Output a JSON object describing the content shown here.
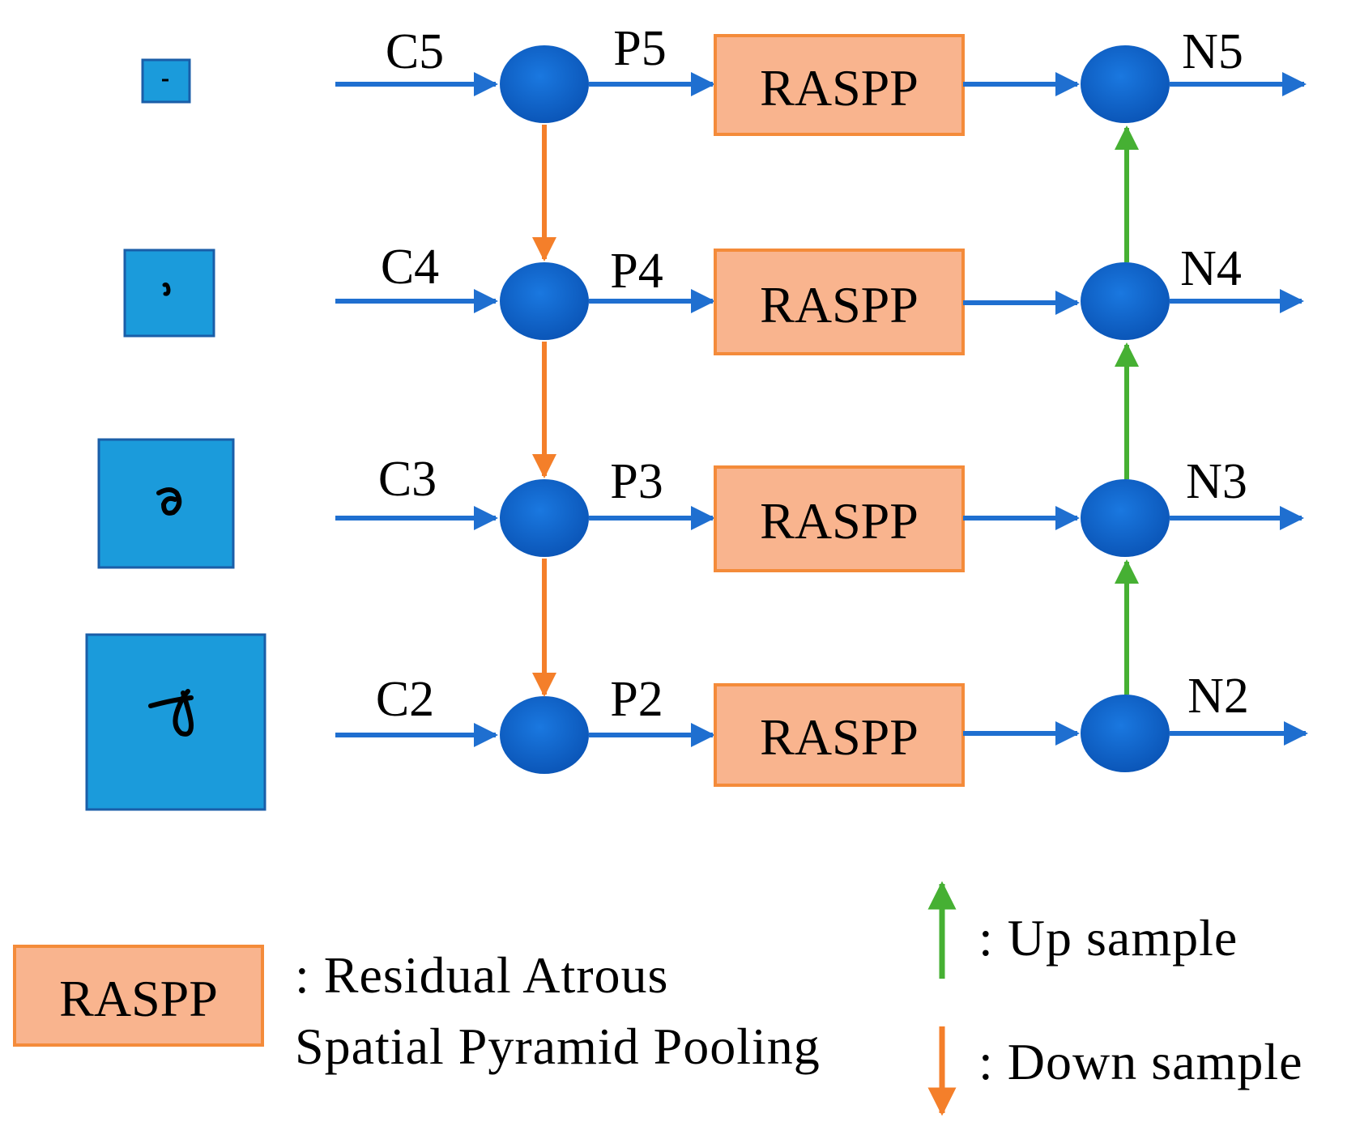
{
  "colors": {
    "blue_arrow": "#1f6fd0",
    "node_fill": "#0f64cf",
    "box_fill": "#f9b48e",
    "box_stroke": "#f48b3a",
    "down_arrow": "#f47f2a",
    "up_arrow": "#46b033",
    "thumb_fill": "#1b9bdb",
    "thumb_stroke": "#1a5ea8"
  },
  "rows": [
    {
      "input": "C5",
      "mid": "P5",
      "block": "RASPP",
      "output": "N5"
    },
    {
      "input": "C4",
      "mid": "P4",
      "block": "RASPP",
      "output": "N4"
    },
    {
      "input": "C3",
      "mid": "P3",
      "block": "RASPP",
      "output": "N3"
    },
    {
      "input": "C2",
      "mid": "P2",
      "block": "RASPP",
      "output": "N2"
    }
  ],
  "legend": {
    "block_label": "RASPP",
    "block_desc_line1": ": Residual Atrous",
    "block_desc_line2": "Spatial Pyramid Pooling",
    "up_label": ": Up sample",
    "down_label": ": Down sample"
  }
}
